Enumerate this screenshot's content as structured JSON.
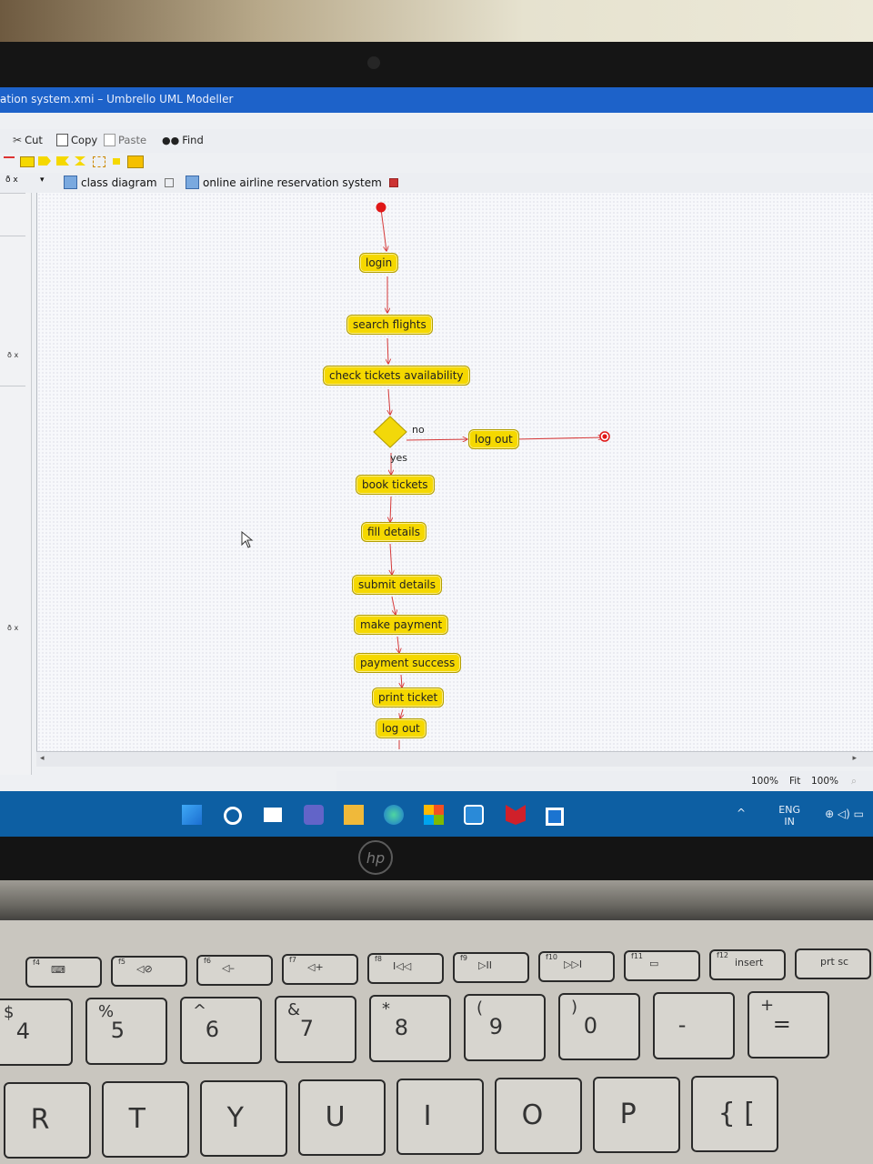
{
  "window": {
    "title": "ation system.xmi – Umbrello UML Modeller",
    "minimize": "–"
  },
  "toolbar": {
    "cut": "Cut",
    "copy": "Copy",
    "paste": "Paste",
    "find": "Find"
  },
  "dock": {
    "close": "ð x"
  },
  "tabs": [
    {
      "label": "class diagram"
    },
    {
      "label": "online airline reservation system"
    }
  ],
  "diagram": {
    "nodes": [
      "login",
      "search flights",
      "check tickets availability",
      "book tickets",
      "fill details",
      "submit details",
      "make payment",
      "payment success",
      "print ticket",
      "log  out",
      "log out"
    ],
    "decision_no": "no",
    "decision_yes": "yes"
  },
  "status": {
    "zoom": "100%",
    "fit": "Fit",
    "zoom2": "100%"
  },
  "taskbar": {
    "lang1": "ENG",
    "lang2": "IN",
    "tray": "⊕ ◁) ▭",
    "chevron": "^"
  },
  "keyboard": {
    "fkeys": [
      {
        "fn": "f4",
        "sym": "⌨"
      },
      {
        "fn": "f5",
        "sym": "◁⊘"
      },
      {
        "fn": "f6",
        "sym": "◁–"
      },
      {
        "fn": "f7",
        "sym": "◁+"
      },
      {
        "fn": "f8",
        "sym": "I◁◁"
      },
      {
        "fn": "f9",
        "sym": "▷II"
      },
      {
        "fn": "f10",
        "sym": "▷▷I"
      },
      {
        "fn": "f11",
        "sym": "▭"
      },
      {
        "fn": "f12",
        "sym": "insert"
      },
      {
        "fn": "",
        "sym": "prt sc"
      }
    ],
    "numbers": [
      {
        "top": "$",
        "main": "4"
      },
      {
        "top": "%",
        "main": "5"
      },
      {
        "top": "^",
        "main": "6"
      },
      {
        "top": "&",
        "main": "7"
      },
      {
        "top": "*",
        "main": "8"
      },
      {
        "top": "(",
        "main": "9"
      },
      {
        "top": ")",
        "main": "0"
      },
      {
        "top": "",
        "main": "-"
      },
      {
        "top": "+",
        "main": "="
      }
    ],
    "letters": [
      "R",
      "T",
      "Y",
      "U",
      "I",
      "O",
      "P",
      "{ ["
    ]
  },
  "colors": {
    "titlebar": "#1d62c9",
    "taskbar": "#0d5fa3",
    "node": "#f5d800",
    "flow": "#d63a3a"
  }
}
